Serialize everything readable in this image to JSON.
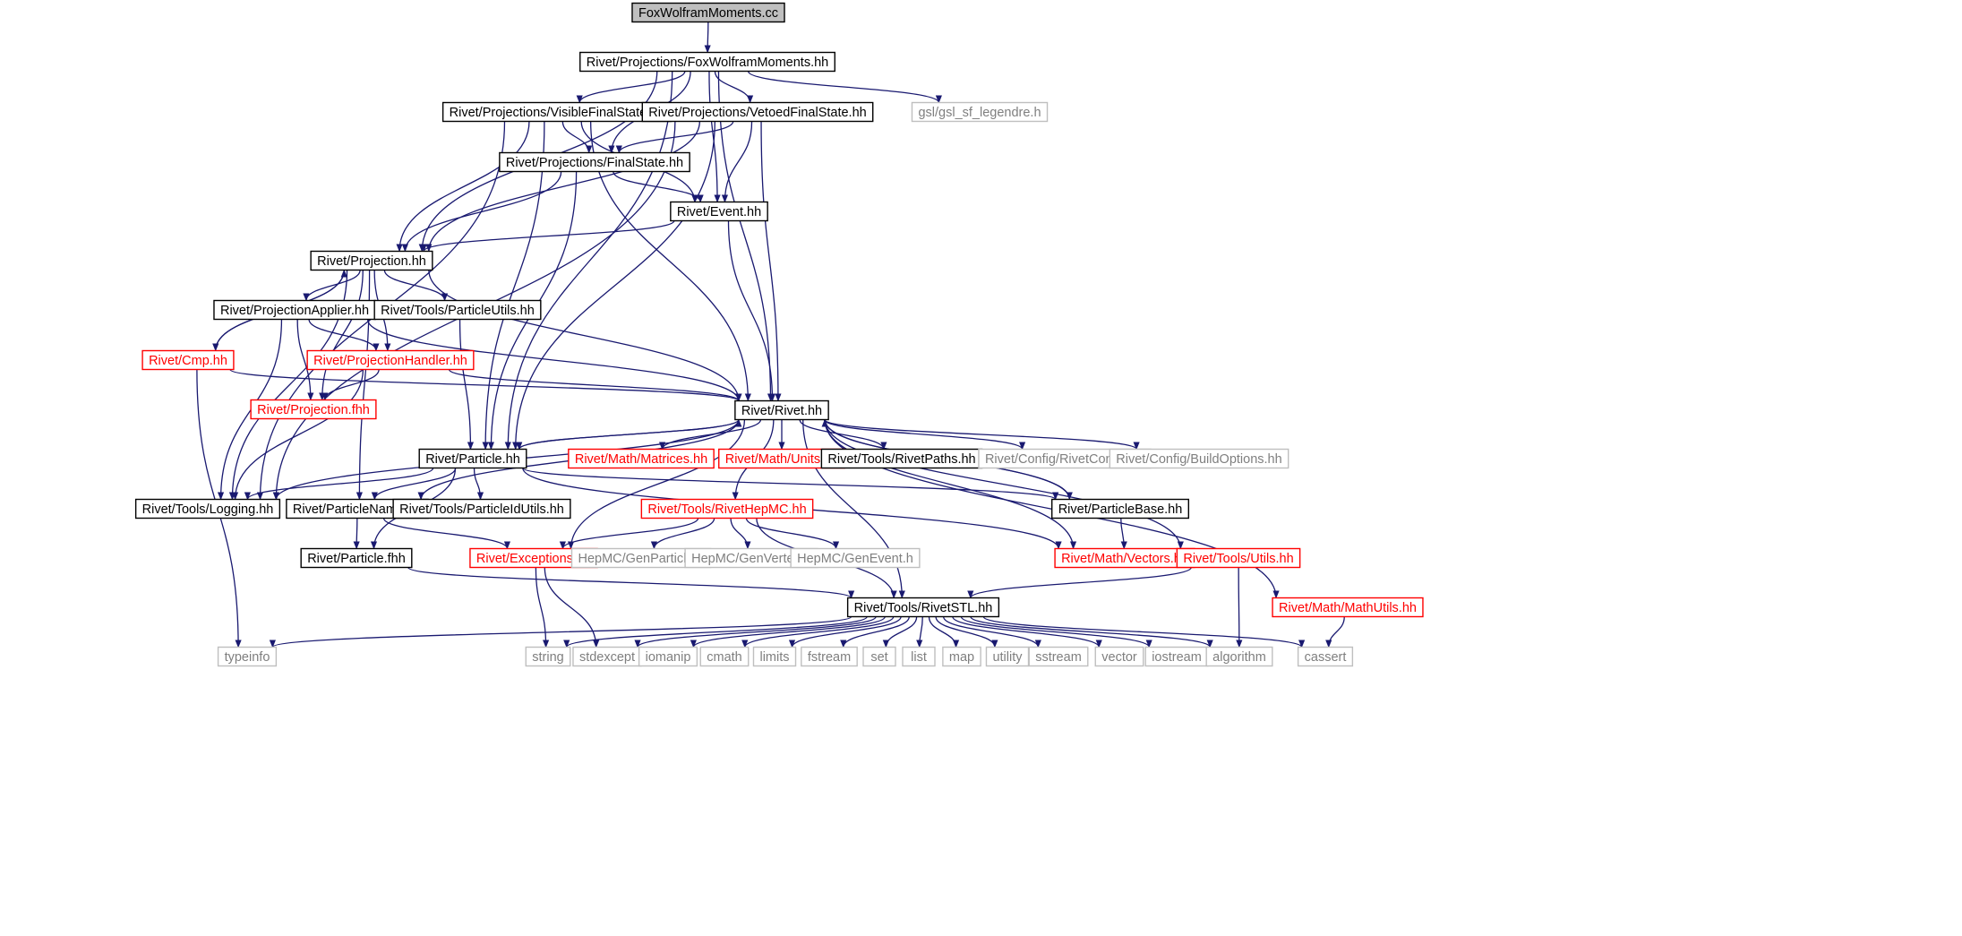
{
  "diagram": {
    "kind": "include-dependency-graph",
    "colors": {
      "edge": "#191970",
      "root_fill": "#bfbfbf",
      "normal_border": "#000000",
      "incomplete_border": "#ff0000",
      "external_border": "#bfbfbf",
      "external_text": "#7f7f7f"
    },
    "nodes": [
      {
        "id": "root",
        "label": "FoxWolframMoments.cc",
        "style": "root"
      },
      {
        "id": "fwm",
        "label": "Rivet/Projections/FoxWolframMoments.hh",
        "style": "normal"
      },
      {
        "id": "vis",
        "label": "Rivet/Projections/VisibleFinalState.hh",
        "style": "normal"
      },
      {
        "id": "vet",
        "label": "Rivet/Projections/VetoedFinalState.hh",
        "style": "normal"
      },
      {
        "id": "gsl",
        "label": "gsl/gsl_sf_legendre.h",
        "style": "external"
      },
      {
        "id": "fs",
        "label": "Rivet/Projections/FinalState.hh",
        "style": "normal"
      },
      {
        "id": "evt",
        "label": "Rivet/Event.hh",
        "style": "normal"
      },
      {
        "id": "proj",
        "label": "Rivet/Projection.hh",
        "style": "normal"
      },
      {
        "id": "papp",
        "label": "Rivet/ProjectionApplier.hh",
        "style": "normal"
      },
      {
        "id": "putil",
        "label": "Rivet/Tools/ParticleUtils.hh",
        "style": "normal"
      },
      {
        "id": "cmp",
        "label": "Rivet/Cmp.hh",
        "style": "incomplete"
      },
      {
        "id": "phan",
        "label": "Rivet/ProjectionHandler.hh",
        "style": "incomplete"
      },
      {
        "id": "pfhh",
        "label": "Rivet/Projection.fhh",
        "style": "incomplete"
      },
      {
        "id": "rivet",
        "label": "Rivet/Rivet.hh",
        "style": "normal"
      },
      {
        "id": "part",
        "label": "Rivet/Particle.hh",
        "style": "normal"
      },
      {
        "id": "mat",
        "label": "Rivet/Math/Matrices.hh",
        "style": "incomplete"
      },
      {
        "id": "units",
        "label": "Rivet/Math/Units.hh",
        "style": "incomplete"
      },
      {
        "id": "paths",
        "label": "Rivet/Tools/RivetPaths.hh",
        "style": "normal"
      },
      {
        "id": "rcfg",
        "label": "Rivet/Config/RivetConfig.hh",
        "style": "external"
      },
      {
        "id": "bopt",
        "label": "Rivet/Config/BuildOptions.hh",
        "style": "external"
      },
      {
        "id": "log",
        "label": "Rivet/Tools/Logging.hh",
        "style": "normal"
      },
      {
        "id": "pname",
        "label": "Rivet/ParticleName.hh",
        "style": "normal"
      },
      {
        "id": "pid",
        "label": "Rivet/Tools/ParticleIdUtils.hh",
        "style": "normal"
      },
      {
        "id": "hepmc",
        "label": "Rivet/Tools/RivetHepMC.hh",
        "style": "incomplete"
      },
      {
        "id": "pbase",
        "label": "Rivet/ParticleBase.hh",
        "style": "normal"
      },
      {
        "id": "partf",
        "label": "Rivet/Particle.fhh",
        "style": "normal"
      },
      {
        "id": "exc",
        "label": "Rivet/Exceptions.hh",
        "style": "incomplete"
      },
      {
        "id": "gpart",
        "label": "HepMC/GenParticle.h",
        "style": "external"
      },
      {
        "id": "gvert",
        "label": "HepMC/GenVertex.h",
        "style": "external"
      },
      {
        "id": "gevt",
        "label": "HepMC/GenEvent.h",
        "style": "external"
      },
      {
        "id": "vec",
        "label": "Rivet/Math/Vectors.hh",
        "style": "incomplete"
      },
      {
        "id": "tutils",
        "label": "Rivet/Tools/Utils.hh",
        "style": "incomplete"
      },
      {
        "id": "mutils",
        "label": "Rivet/Math/MathUtils.hh",
        "style": "incomplete"
      },
      {
        "id": "stl",
        "label": "Rivet/Tools/RivetSTL.hh",
        "style": "normal"
      },
      {
        "id": "typeinfo",
        "label": "typeinfo",
        "style": "external"
      },
      {
        "id": "string",
        "label": "string",
        "style": "external"
      },
      {
        "id": "stdexcept",
        "label": "stdexcept",
        "style": "external"
      },
      {
        "id": "iomanip",
        "label": "iomanip",
        "style": "external"
      },
      {
        "id": "cmath",
        "label": "cmath",
        "style": "external"
      },
      {
        "id": "limits",
        "label": "limits",
        "style": "external"
      },
      {
        "id": "fstream",
        "label": "fstream",
        "style": "external"
      },
      {
        "id": "set",
        "label": "set",
        "style": "external"
      },
      {
        "id": "list",
        "label": "list",
        "style": "external"
      },
      {
        "id": "map",
        "label": "map",
        "style": "external"
      },
      {
        "id": "utility",
        "label": "utility",
        "style": "external"
      },
      {
        "id": "sstream",
        "label": "sstream",
        "style": "external"
      },
      {
        "id": "vector",
        "label": "vector",
        "style": "external"
      },
      {
        "id": "iostream",
        "label": "iostream",
        "style": "external"
      },
      {
        "id": "algorithm",
        "label": "algorithm",
        "style": "external"
      },
      {
        "id": "cassert",
        "label": "cassert",
        "style": "external"
      }
    ],
    "edges": [
      [
        "root",
        "fwm"
      ],
      [
        "fwm",
        "vis"
      ],
      [
        "fwm",
        "vet"
      ],
      [
        "fwm",
        "gsl"
      ],
      [
        "fwm",
        "fs"
      ],
      [
        "fwm",
        "evt"
      ],
      [
        "fwm",
        "proj"
      ],
      [
        "fwm",
        "rivet"
      ],
      [
        "fwm",
        "part"
      ],
      [
        "vis",
        "fs"
      ],
      [
        "vis",
        "evt"
      ],
      [
        "vis",
        "proj"
      ],
      [
        "vis",
        "rivet"
      ],
      [
        "vis",
        "part"
      ],
      [
        "vis",
        "log"
      ],
      [
        "vet",
        "fs"
      ],
      [
        "vet",
        "evt"
      ],
      [
        "vet",
        "proj"
      ],
      [
        "vet",
        "rivet"
      ],
      [
        "vet",
        "part"
      ],
      [
        "vet",
        "log"
      ],
      [
        "fs",
        "evt"
      ],
      [
        "fs",
        "proj"
      ],
      [
        "fs",
        "part"
      ],
      [
        "evt",
        "proj"
      ],
      [
        "evt",
        "rivet"
      ],
      [
        "proj",
        "papp"
      ],
      [
        "proj",
        "putil"
      ],
      [
        "proj",
        "cmp"
      ],
      [
        "proj",
        "phan"
      ],
      [
        "proj",
        "pfhh"
      ],
      [
        "proj",
        "rivet"
      ],
      [
        "proj",
        "log"
      ],
      [
        "proj",
        "pname"
      ],
      [
        "papp",
        "phan"
      ],
      [
        "papp",
        "pfhh"
      ],
      [
        "papp",
        "rivet"
      ],
      [
        "papp",
        "log"
      ],
      [
        "putil",
        "part"
      ],
      [
        "cmp",
        "proj"
      ],
      [
        "cmp",
        "rivet"
      ],
      [
        "cmp",
        "typeinfo"
      ],
      [
        "phan",
        "pfhh"
      ],
      [
        "phan",
        "rivet"
      ],
      [
        "phan",
        "log"
      ],
      [
        "rivet",
        "part"
      ],
      [
        "rivet",
        "mat"
      ],
      [
        "rivet",
        "units"
      ],
      [
        "rivet",
        "paths"
      ],
      [
        "rivet",
        "rcfg"
      ],
      [
        "rivet",
        "bopt"
      ],
      [
        "rivet",
        "hepmc"
      ],
      [
        "rivet",
        "exc"
      ],
      [
        "rivet",
        "pbase"
      ],
      [
        "rivet",
        "vec"
      ],
      [
        "rivet",
        "tutils"
      ],
      [
        "rivet",
        "mutils"
      ],
      [
        "rivet",
        "stl"
      ],
      [
        "rivet",
        "log"
      ],
      [
        "rivet",
        "pname"
      ],
      [
        "part",
        "rivet"
      ],
      [
        "part",
        "log"
      ],
      [
        "part",
        "pname"
      ],
      [
        "part",
        "pid"
      ],
      [
        "part",
        "partf"
      ],
      [
        "part",
        "pbase"
      ],
      [
        "part",
        "vec"
      ],
      [
        "pbase",
        "rivet"
      ],
      [
        "pbase",
        "vec"
      ],
      [
        "pname",
        "partf"
      ],
      [
        "pname",
        "exc"
      ],
      [
        "hepmc",
        "exc"
      ],
      [
        "hepmc",
        "gpart"
      ],
      [
        "hepmc",
        "gvert"
      ],
      [
        "hepmc",
        "gevt"
      ],
      [
        "hepmc",
        "stl"
      ],
      [
        "partf",
        "stl"
      ],
      [
        "exc",
        "string"
      ],
      [
        "exc",
        "stdexcept"
      ],
      [
        "tutils",
        "stl"
      ],
      [
        "tutils",
        "algorithm"
      ],
      [
        "mutils",
        "cassert"
      ],
      [
        "stl",
        "typeinfo"
      ],
      [
        "stl",
        "string"
      ],
      [
        "stl",
        "stdexcept"
      ],
      [
        "stl",
        "iomanip"
      ],
      [
        "stl",
        "cmath"
      ],
      [
        "stl",
        "limits"
      ],
      [
        "stl",
        "fstream"
      ],
      [
        "stl",
        "set"
      ],
      [
        "stl",
        "list"
      ],
      [
        "stl",
        "map"
      ],
      [
        "stl",
        "utility"
      ],
      [
        "stl",
        "sstream"
      ],
      [
        "stl",
        "vector"
      ],
      [
        "stl",
        "iostream"
      ],
      [
        "stl",
        "algorithm"
      ],
      [
        "stl",
        "cassert"
      ]
    ]
  }
}
